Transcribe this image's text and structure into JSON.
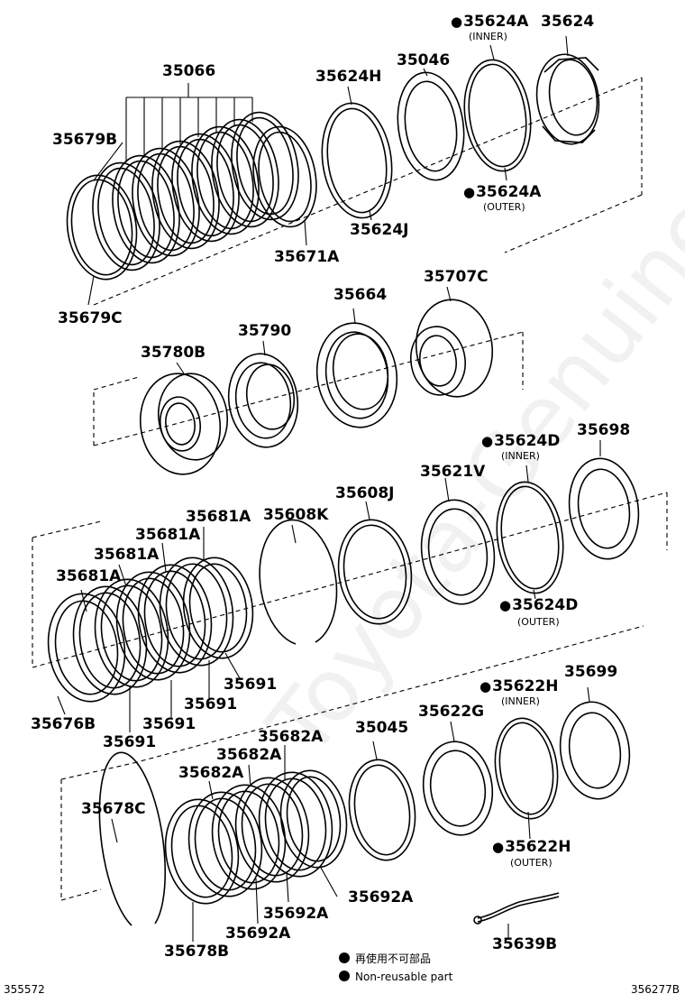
{
  "watermark": "Toyota-Genuine.ru",
  "labels": {
    "p35066": "35066",
    "p35679B": "35679B",
    "p35679C": "35679C",
    "p35624H": "35624H",
    "p35624J": "35624J",
    "p35671A": "35671A",
    "p35046": "35046",
    "p35624A_inner": "35624A",
    "p35624A_outer": "35624A",
    "p35624": "35624",
    "p35664": "35664",
    "p35707C": "35707C",
    "p35790": "35790",
    "p35780B": "35780B",
    "p35624D_inner": "35624D",
    "p35624D_outer": "35624D",
    "p35698": "35698",
    "p35621V": "35621V",
    "p35608J": "35608J",
    "p35608K": "35608K",
    "p35681A_1": "35681A",
    "p35681A_2": "35681A",
    "p35681A_3": "35681A",
    "p35681A_4": "35681A",
    "p35676B": "35676B",
    "p35691_1": "35691",
    "p35691_2": "35691",
    "p35691_3": "35691",
    "p35691_4": "35691",
    "p35622H_inner": "35622H",
    "p35622H_outer": "35622H",
    "p35699": "35699",
    "p35622G": "35622G",
    "p35045": "35045",
    "p35682A_1": "35682A",
    "p35682A_2": "35682A",
    "p35682A_3": "35682A",
    "p35678C": "35678C",
    "p35678B": "35678B",
    "p35692A_1": "35692A",
    "p35692A_2": "35692A",
    "p35692A_3": "35692A",
    "p35639B": "35639B"
  },
  "sublabels": {
    "inner": "(INNER)",
    "outer": "(OUTER)"
  },
  "legend": {
    "line1": "再使用不可部品",
    "line2": "Non-reusable part"
  },
  "corners": {
    "left": "355572",
    "right": "356277B"
  }
}
